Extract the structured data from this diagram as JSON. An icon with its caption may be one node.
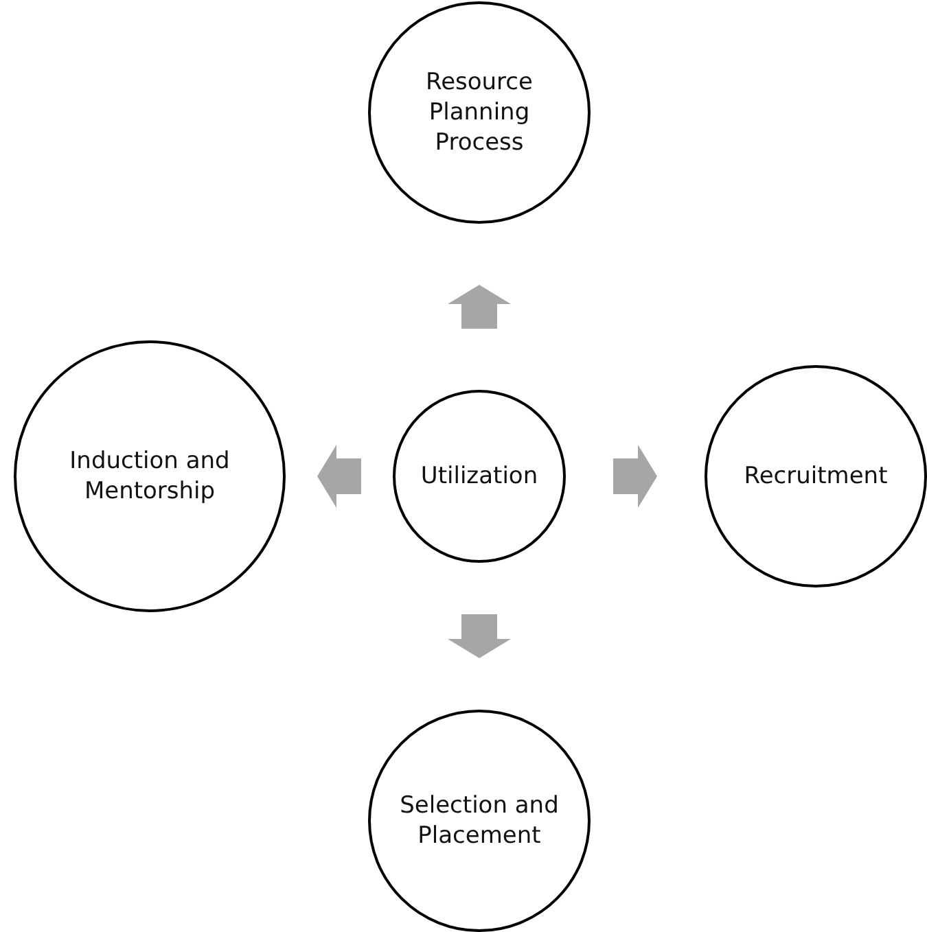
{
  "diagram": {
    "nodes": [
      {
        "text": [
          "Resource Planning Process"
        ]
      },
      {
        "text": [
          "Induction and Mentorship"
        ]
      },
      {
        "text": [
          "Utilization"
        ]
      },
      {
        "text": [
          "Recruitment"
        ]
      },
      {
        "text": [
          "Selection and Placement"
        ]
      }
    ],
    "edges": [
      {
        "from": 2,
        "to": 0,
        "arrow": "to"
      },
      {
        "from": 2,
        "to": 3,
        "arrow": "to"
      },
      {
        "from": 2,
        "to": 4,
        "arrow": "to"
      },
      {
        "from": 2,
        "to": 1,
        "arrow": "to"
      }
    ]
  }
}
